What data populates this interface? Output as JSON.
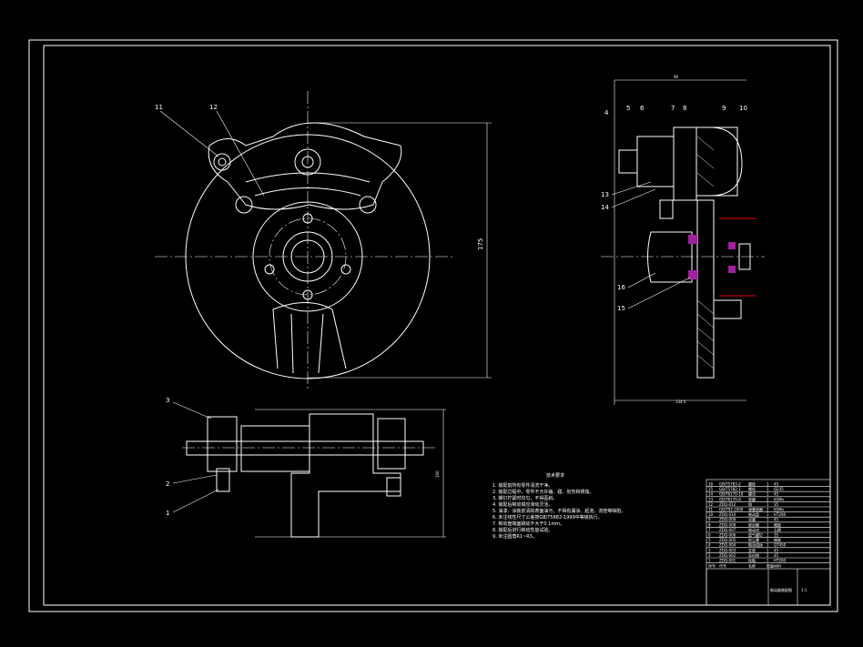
{
  "drawing": {
    "part_labels_front": [
      "11",
      "12"
    ],
    "part_labels_side": [
      "4",
      "5",
      "6",
      "7",
      "8",
      "9",
      "10",
      "13",
      "14",
      "16",
      "15"
    ],
    "part_labels_bottom": [
      "3",
      "2",
      "1"
    ],
    "dimension_front_height": "175",
    "dimension_bottom_height": "100",
    "dimension_side_top": "90",
    "dimension_side_bottom": "134.5",
    "technical_requirements": {
      "title": "技术要求",
      "items": [
        "1. 装配前所有零件清洗干净。",
        "2. 装配过程中，零件不允许磕、碰、划伤和锈蚀。",
        "3. 螺钉拧紧时均匀，不得歪斜。",
        "4. 装配后制动钳应滑动灵活。",
        "5. 油漆、涂装前清除表面油污，不得有漏涂、起泡、流挂等缺陷。",
        "6. 未注线性尺寸公差按GB/T5882-1999中等级执行。",
        "7. 制动盘端面跳动不大于0.1mm。",
        "8. 装配后进行制动性能试验。",
        "9. 未注圆角R1~R3。"
      ]
    },
    "title_block": {
      "rows": [
        [
          "16",
          "GB/T5783-2",
          "螺栓",
          "1",
          "45"
        ],
        [
          "15",
          "GB/T5782-1",
          "螺栓",
          "1",
          "Q235"
        ],
        [
          "14",
          "GB/T6170-10",
          "螺母",
          "1",
          "45"
        ],
        [
          "13",
          "GB/T6170-8",
          "垫圈",
          "2",
          "65Mn"
        ],
        [
          "12",
          "ZDQ-012",
          "销",
          "1",
          "35"
        ],
        [
          "11",
          "GB/T93-2000",
          "弹簧垫圈",
          "2",
          "65Mn"
        ],
        [
          "10",
          "ZDQ-010",
          "制动盘",
          "1",
          "HT200"
        ],
        [
          "9",
          "ZDQ-009",
          "活塞",
          "1",
          "45"
        ],
        [
          "8",
          "ZDQ-008",
          "密封圈",
          "1",
          "橡胶"
        ],
        [
          "7",
          "ZDQ-007",
          "制动块",
          "1",
          "石棉"
        ],
        [
          "6",
          "ZDQ-006",
          "放气螺钉",
          "1",
          "35"
        ],
        [
          "5",
          "ZDQ-005",
          "防尘罩",
          "1",
          "橡胶"
        ],
        [
          "4",
          "ZDQ-004",
          "制动钳体",
          "1",
          "QT450"
        ],
        [
          "3",
          "ZDQ-003",
          "支架",
          "1",
          "45"
        ],
        [
          "2",
          "ZDQ-002",
          "导向销",
          "2",
          "45"
        ],
        [
          "1",
          "ZDQ-001",
          "轮毂",
          "1",
          "HT200"
        ]
      ],
      "header": [
        "序号",
        "代号",
        "名称",
        "数量",
        "材料"
      ],
      "drawing_name": "制动器装配图",
      "scale": "1:1"
    }
  }
}
